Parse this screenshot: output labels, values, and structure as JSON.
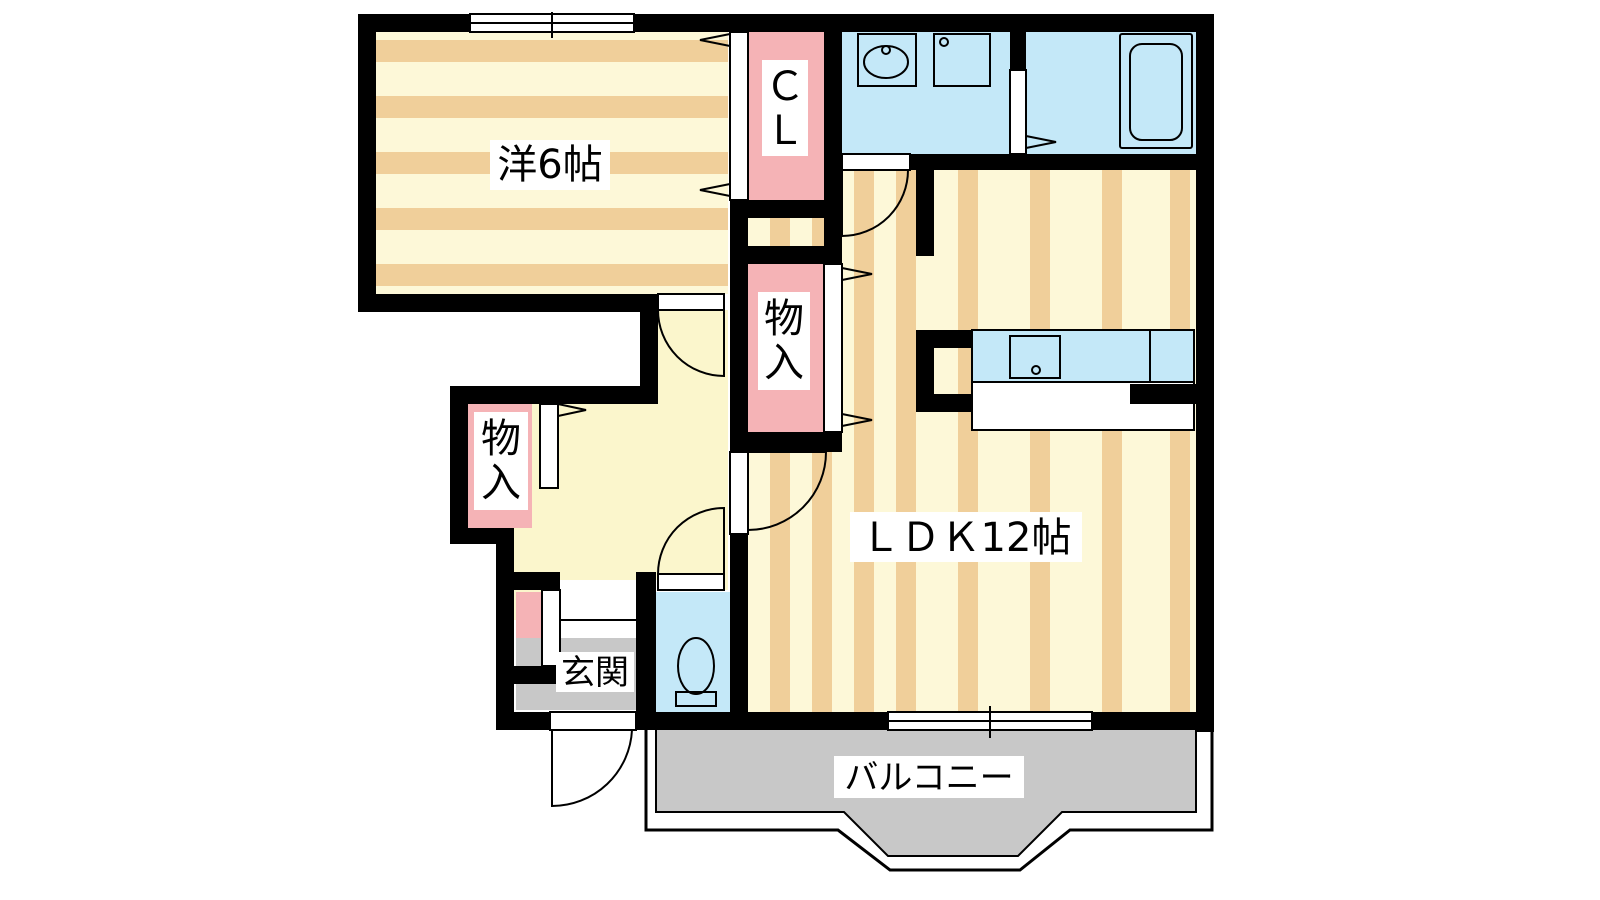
{
  "rooms": {
    "western_room": "洋6帖",
    "closet": "ＣＬ",
    "storage_upper": "物入",
    "storage_lower": "物入",
    "entrance": "玄関",
    "ldk": "ＬＤＫ12帖",
    "balcony": "バルコニー"
  },
  "colors": {
    "wall": "#000000",
    "floor_stripe_light": "#fdf8d8",
    "floor_stripe_dark": "#f0cf9a",
    "storage_pink": "#f5b3b6",
    "water_blue": "#c4e8f8",
    "entrance_gray": "#c8c8c8",
    "hallway_yellow": "#fbf6cc",
    "balcony_gray": "#cccccc"
  }
}
